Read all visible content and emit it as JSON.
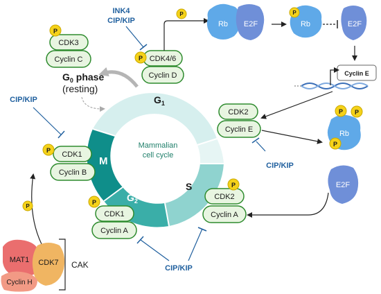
{
  "cycle": {
    "center_text": [
      "Mammalian",
      "cell cycle"
    ],
    "phases": {
      "g1": "G",
      "g1_sub": "1",
      "s": "S",
      "g2": "G",
      "g2_sub": "2",
      "m": "M"
    }
  },
  "g0": {
    "title_main": "G",
    "title_sub": "0",
    "title_rest": " phase",
    "subtitle": "(resting)"
  },
  "complexes": {
    "cdk3_cyclin_c": {
      "cdk": "CDK3",
      "cyclin": "Cyclin C"
    },
    "cdk46_cyclin_d": {
      "cdk": "CDK4/6",
      "cyclin": "Cyclin D"
    },
    "cdk2_cyclin_e": {
      "cdk": "CDK2",
      "cyclin": "Cyclin E"
    },
    "cdk2_cyclin_a": {
      "cdk": "CDK2",
      "cyclin": "Cyclin A"
    },
    "cdk1_cyclin_a": {
      "cdk": "CDK1",
      "cyclin": "Cyclin A"
    },
    "cdk1_cyclin_b": {
      "cdk": "CDK1",
      "cyclin": "Cyclin B"
    }
  },
  "inhibitors": {
    "ink4": "INK4",
    "cip_kip_top": "CIP/KIP",
    "cip_kip_left": "CIP/KIP",
    "cip_kip_right": "CIP/KIP",
    "cip_kip_bottom": "CIP/KIP"
  },
  "proteins": {
    "rb": "Rb",
    "e2f": "E2F",
    "rb_bound": "Rb",
    "e2f_free": "E2F",
    "rb_phospho": "Rb",
    "e2f_lone": "E2F"
  },
  "gene": {
    "label": "Cyclin E"
  },
  "cak": {
    "mat1": "MAT1",
    "cdk7": "CDK7",
    "cyclin_h": "Cyclin H",
    "label": "CAK"
  },
  "phosphate_label": "P",
  "colors": {
    "cycle_light": "#d6efee",
    "cycle_mid": "#8fd3cf",
    "cycle_dark": "#0f8e8a",
    "cycle_g2": "#3aaea8",
    "complex_fill": "#e8f5e1",
    "complex_stroke": "#2e8b2e",
    "phosphate": "#f5d21a",
    "protein_blue": "#5fa9e8",
    "protein_e2f": "#6f8fd8",
    "inhibitor_text": "#1f5f9e",
    "mat1": "#ea6e6e",
    "cdk7": "#f0b562",
    "cyclin_h": "#f29a85"
  }
}
